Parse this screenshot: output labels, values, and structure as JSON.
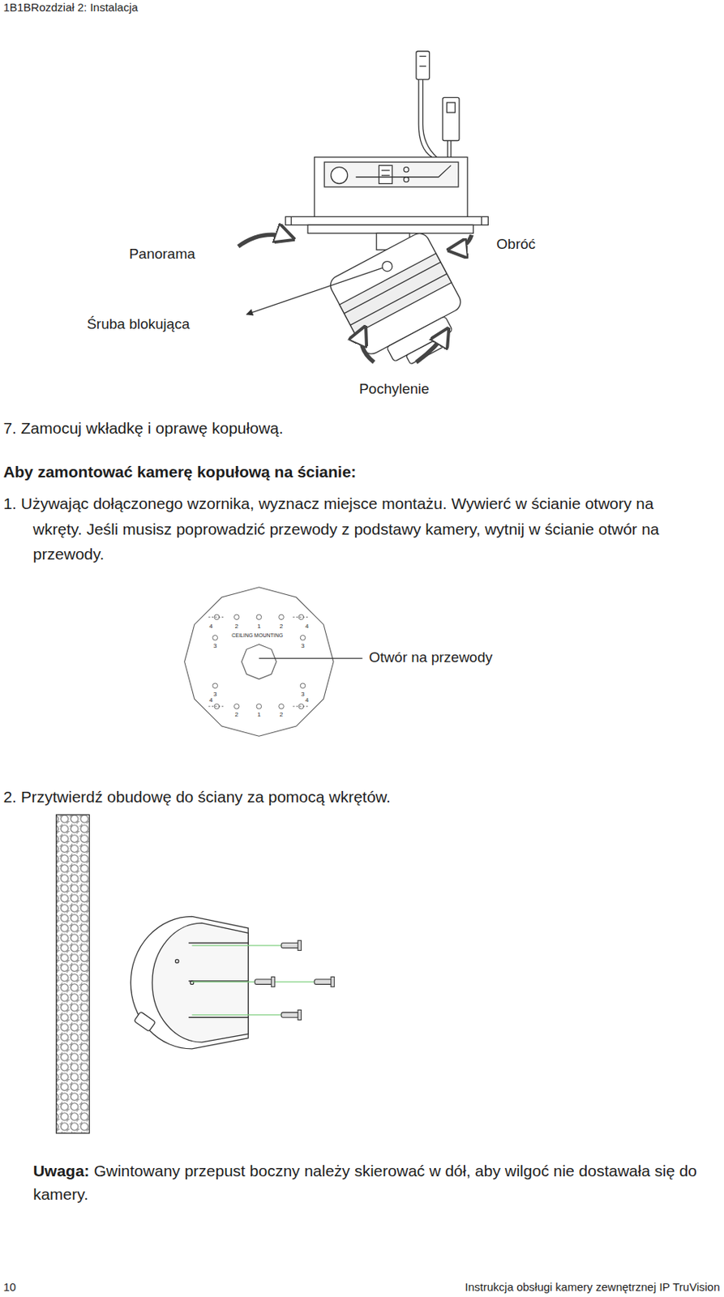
{
  "diagram": {
    "labels": [
      "1B1BRozdział 2: Instalacja",
      "Panorama",
      "Obróć",
      "Śruba blokująca",
      "Pochylenie",
      "7. Zamocuj wkładkę i oprawę kopułową.",
      "Aby zamontować kamerę kopułową na ścianie:",
      "1. Używając dołączonego wzornika, wyznacz miejsce montażu. Wywierć w ścianie otwory na wkręty. Jeśli musisz poprowadzić przewody z podstawy kamery, wytnij w ścianie otwór na przewody.",
      "4",
      "2",
      "1",
      "2",
      "4",
      "CEILING MOUNTING",
      "3",
      "3",
      "3",
      "3",
      "4",
      "2",
      "1",
      "2",
      "4",
      "Otwór na przewody",
      "2. Przytwierdź obudowę do ściany za pomocą wkrętów.",
      "Uwaga:",
      "Gwintowany przepust boczny należy skierować w dół, aby wilgoć nie dostawała się do kamery.",
      "10",
      "Instrukcja obsługi kamery zewnętrznej IP TruVision"
    ]
  }
}
